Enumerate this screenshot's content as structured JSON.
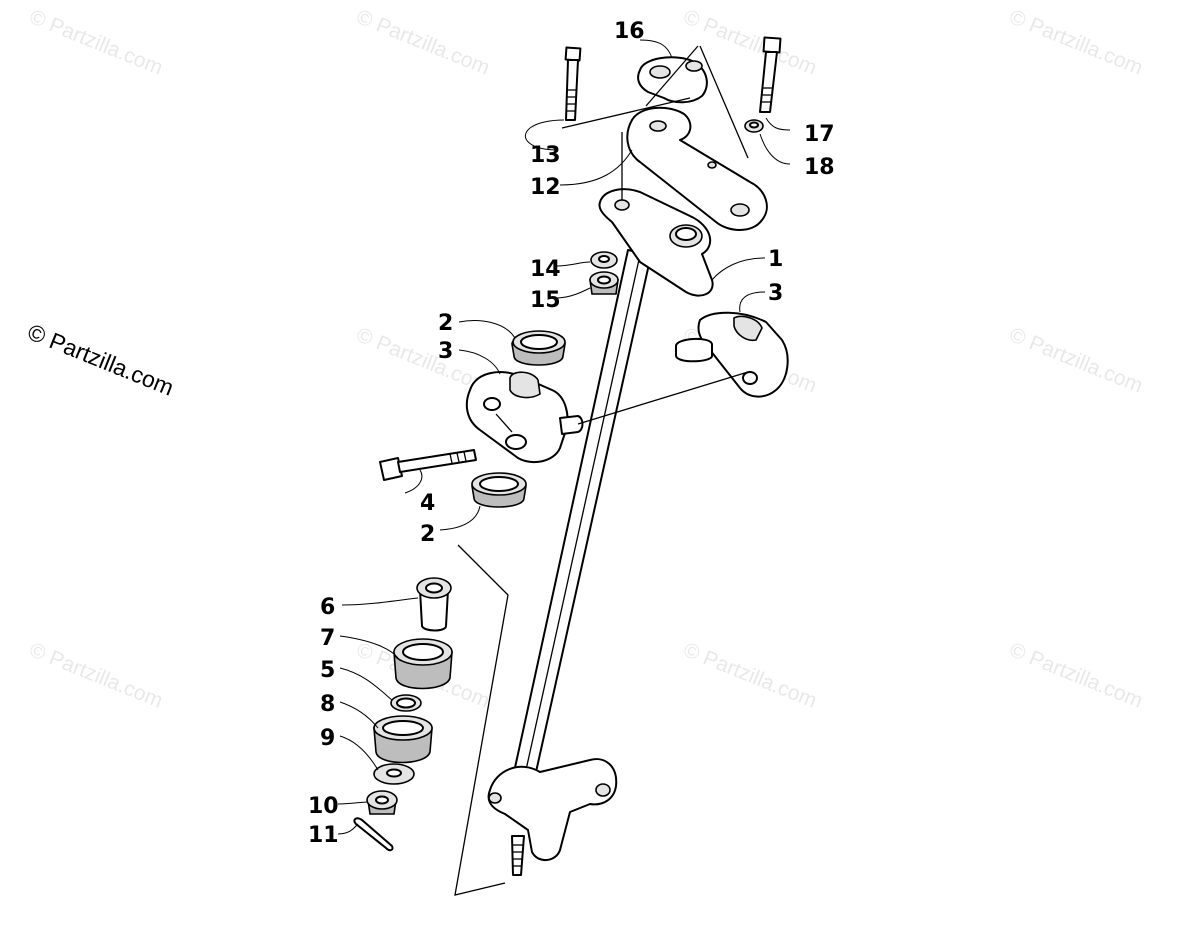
{
  "watermark": {
    "text": "© Partzilla.com",
    "main_text": "© Partzilla.com"
  },
  "callouts": {
    "c16": "16",
    "c17": "17",
    "c18": "18",
    "c13": "13",
    "c12": "12",
    "c1": "1",
    "c14": "14",
    "c15": "15",
    "c2a": "2",
    "c3a": "3",
    "c3b": "3",
    "c4": "4",
    "c2b": "2",
    "c6": "6",
    "c7": "7",
    "c5": "5",
    "c8": "8",
    "c9": "9",
    "c10": "10",
    "c11": "11"
  }
}
